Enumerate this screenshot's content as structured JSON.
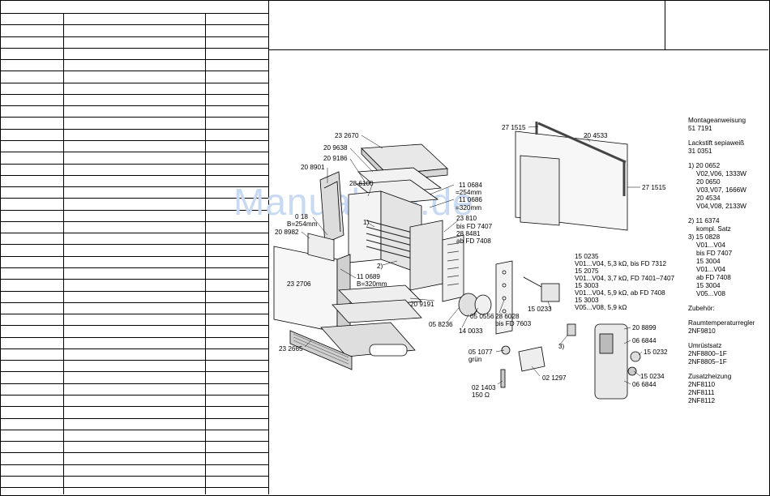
{
  "watermark": "Manualslib.de",
  "labels": {
    "l_232670": "23 2670",
    "l_209638": "20 9638",
    "l_209186": "20 9186",
    "l_208901": "20 8901",
    "l_286100": "28 6100",
    "l_110684": "11 0684",
    "l_254a": "=254mm",
    "l_110686": "11 0686",
    "l_320a": "=320mm",
    "l_0618": "0  18",
    "l_b254": "B=254mm",
    "l_208982": "20 8982",
    "l_1a": "1)",
    "l_23810": "23 810",
    "l_bisfd7407": "bis FD 7407",
    "l_288481": "28 8481",
    "l_abfd7408": "ab FD 7408",
    "l_2a": "2)",
    "l_232706": "23 2706",
    "l_110689": "11 0689",
    "l_b320": "B=320mm",
    "l_209191": "20 9191",
    "l_058236": "05 8236",
    "l_050556": "05 0556",
    "l_140033": "14 0033",
    "l_286028": "28 6028",
    "l_bisfd7603": "bis FD 7603",
    "l_232665": "23 2665",
    "l_051077": "05 1077",
    "l_grun": "grün",
    "l_021403": "02 1403",
    "l_150ohm": "150 Ω",
    "l_021297": "02 1297",
    "l_3a": "3)",
    "l_271515a": "27 1515",
    "l_204533": "20 4533",
    "l_271515b": "27 1515",
    "l_150235": "15 0235",
    "l_v0104a": "V01...V04, 5,3 kΩ, bis FD 7312",
    "l_152075": "15 2075",
    "l_v0104b": "V01...V04, 3,7 kΩ, FD 7401–7407",
    "l_153003a": "15 3003",
    "l_v0104c": "V01...V04, 5,9 kΩ, ab FD 7408",
    "l_153003b": "15 3003",
    "l_v0508": "V05...V08, 5,9 kΩ",
    "l_150233": "15 0233",
    "l_208899": "20 8899",
    "l_066844a": "06 6844",
    "l_150232": "15 0232",
    "l_150234": "15 0234",
    "l_066844b": "06 6844"
  },
  "notes": {
    "montage": "Montageanweisung",
    "montage_no": "51 7191",
    "lack": "Lackstift  sepiaweiß",
    "lack_no": "31 0351",
    "n1_head": "1)  20 0652",
    "n1_a": "V02,V06, 1333W",
    "n1_b": "20 0650",
    "n1_c": "V03,V07, 1666W",
    "n1_d": "20 4534",
    "n1_e": "V04,V08, 2133W",
    "n2_head": "2)  11 6374",
    "n2_a": "kompl. Satz",
    "n3_head": "3)  15 0828",
    "n3_a": "V01...V04",
    "n3_b": "bis FD 7407",
    "n3_c": "15 3004",
    "n3_d": "V01...V04",
    "n3_e": "ab FD 7408",
    "n3_f": "15 3004",
    "n3_g": "V05...V08",
    "zubehor": "Zubehör:",
    "raum": "Raumtemperaturregler",
    "raum_no": "2NF9810",
    "umrust": "Umrüstsatz",
    "umrust_a": "2NF8800–1F",
    "umrust_b": "2NF8805–1F",
    "zusatz": "Zusatzheizung",
    "zusatz_a": "2NF8110",
    "zusatz_b": "2NF8111",
    "zusatz_c": "2NF8112"
  }
}
